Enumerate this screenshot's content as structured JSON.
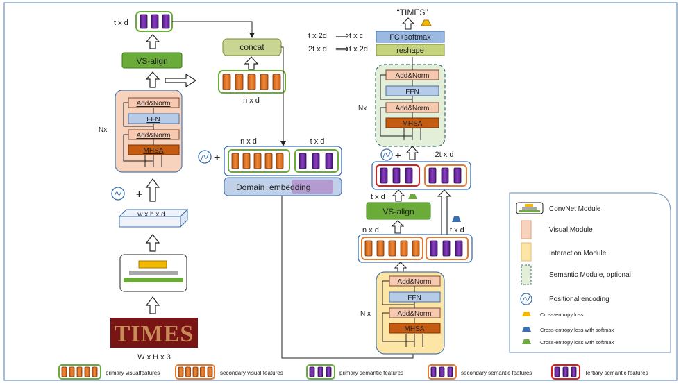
{
  "left": {
    "output_dim": "t x d",
    "vs_align": "VS-align",
    "add_norm_top": "Add&Norm",
    "ffn": "FFN",
    "add_norm_bottom": "Add&Norm",
    "mhsa": "MHSA",
    "nx": "Nx",
    "plus": "+",
    "feature_map": "w x h x d",
    "input_dim": "W x H x 3",
    "input_image_text": "TIMES"
  },
  "middle": {
    "concat": "concat",
    "concat_dim": "n x d",
    "plus": "+",
    "visual_dim": "n x d",
    "semantic_dim": "t x d",
    "domain_embedding": "Domain  embedding"
  },
  "right": {
    "output_label": "“TIMES”",
    "eq1_left": "t x 2d",
    "eq1_right": "t x c",
    "eq2_left": "2t x d",
    "eq2_right": "t x 2d",
    "fc_softmax": "FC+softmax",
    "reshape": "reshape",
    "sem_add_norm_top": "Add&Norm",
    "sem_ffn": "FFN",
    "sem_add_norm_bottom": "Add&Norm",
    "sem_mhsa": "MHSA",
    "sem_nx": "Nx",
    "plus": "+",
    "tertiary_dim": "2t x d",
    "vs_dim": "t x d",
    "vs_align": "VS-align",
    "n_dim": "n x d",
    "t_dim": "t x d",
    "int_add_norm_top": "Add&Norm",
    "int_ffn": "FFN",
    "int_add_norm_bottom": "Add&Norm",
    "int_mhsa": "MHSA",
    "int_nx": "N x"
  },
  "legend": {
    "convnet": "ConvNet Module",
    "visual": "Visual Module",
    "interaction": "Interaction Module",
    "semantic": "Semantic Module, optional",
    "positional": "Positional encoding",
    "ce_loss": "Cross-entropy loss",
    "ce_softmax_blue": "Cross-entropy loss with softmax",
    "ce_softmax_green": "Cross-entropy loss with softmax"
  },
  "footer": {
    "primary_visual": "primary visualfeatures",
    "secondary_visual": "secondary visual features",
    "primary_semantic": "primary semantic features",
    "secondary_semantic": "secondary semantic features",
    "tertiary_semantic": "Tertiary semantic features"
  },
  "colors": {
    "visual_module": "#f7d2bd",
    "interaction_module": "#fde5a6",
    "semantic_module": "#e3efd9",
    "add_norm": "#f7c9b0",
    "ffn": "#b6cbe8",
    "mhsa": "#c55a11",
    "vs_align": "#6aab3a",
    "concat": "#c9d592",
    "fc_softmax": "#9cb9e2",
    "reshape": "#c6d37d",
    "orange_feature": "#e8772e",
    "purple_feature": "#7030a0",
    "green_border": "#6aab3a",
    "orange_border": "#e27b30",
    "red_border": "#d62020",
    "blue_border": "#3a6fb0"
  }
}
